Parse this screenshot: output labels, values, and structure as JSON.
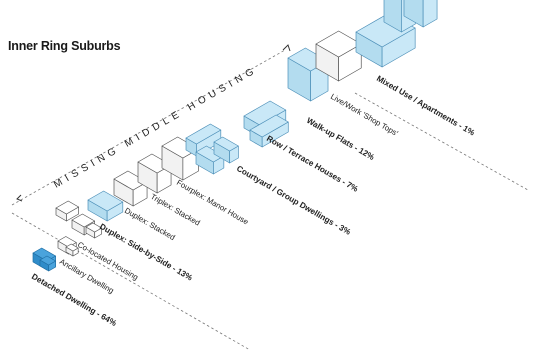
{
  "title": "Inner Ring Suburbs",
  "band_label": "MISSING MIDDLE HOUSING",
  "categories": [
    {
      "label": "Detached Dwelling - 64%",
      "bold": true
    },
    {
      "label": "Ancillary Dwelling",
      "bold": false
    },
    {
      "label": "Co-located Housing",
      "bold": false
    },
    {
      "label": "Duplex: Side-by-Side - 13%",
      "bold": true
    },
    {
      "label": "Duplex: Stacked",
      "bold": false
    },
    {
      "label": "Triplex: Stacked",
      "bold": false
    },
    {
      "label": "Fourplex: Manor House",
      "bold": false
    },
    {
      "label": "Courtyard / Group Dwellings - 3%",
      "bold": true
    },
    {
      "label": "Row / Terrace Houses - 7%",
      "bold": true
    },
    {
      "label": "Walk-up Flats - 12%",
      "bold": true
    },
    {
      "label": "Live/Work 'Shop Tops'",
      "bold": false
    },
    {
      "label": "Mixed Use / Apartments - 1%",
      "bold": true
    }
  ],
  "colors": {
    "highlight_fill": "#c9e8f7",
    "highlight_stroke": "#4c8fb8",
    "detached_fill": "#4aa3dc",
    "outline": "#555555",
    "guide": "#777777"
  }
}
